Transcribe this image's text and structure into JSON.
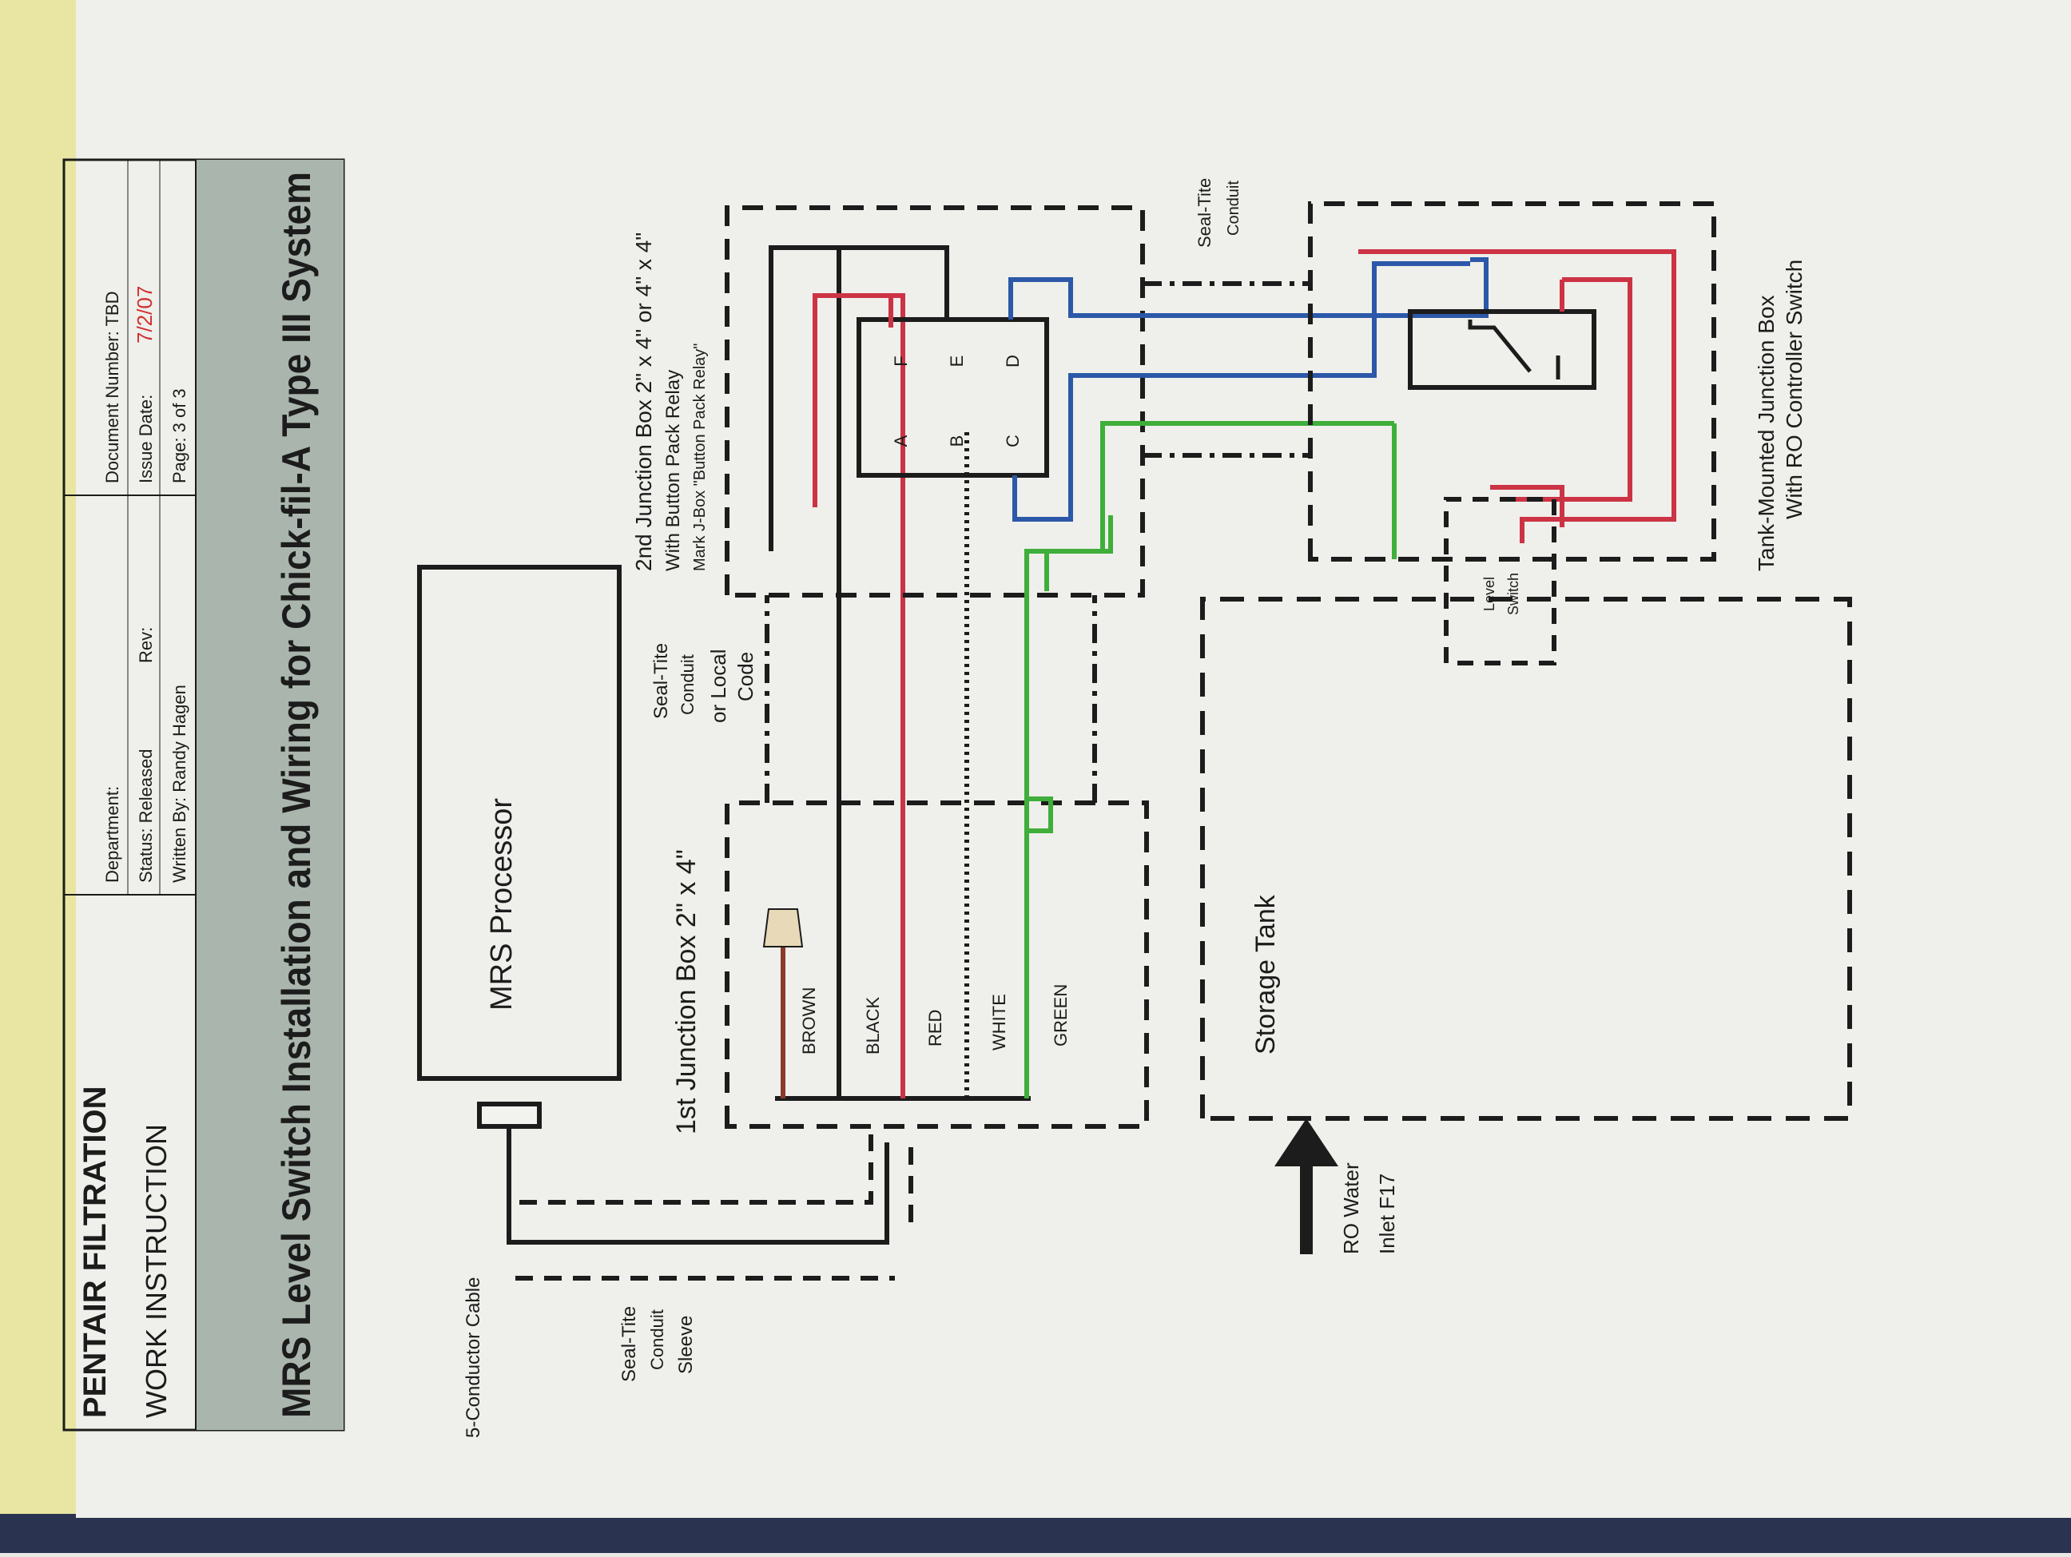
{
  "header": {
    "company": "PENTAIR FILTRATION",
    "doc_type": "WORK INSTRUCTION",
    "department_label": "Department:",
    "status": "Status: Released",
    "rev_label": "Rev:",
    "written_by": "Written By: Randy Hagen",
    "document_number": "Document Number: TBD",
    "issue_date_label": "Issue Date:",
    "issue_date_value": "7/2/07",
    "page": "Page: 3 of 3",
    "title": "MRS Level Switch Installation and Wiring for Chick-fil-A Type III System"
  },
  "diagram": {
    "mrs_processor": "MRS Processor",
    "cable": "5-Conductor Cable",
    "sleeve": [
      "Seal-Tite",
      "Conduit",
      "Sleeve"
    ],
    "jbox1": "1st Junction Box 2\" x 4\"",
    "wires": [
      "BROWN",
      "BLACK",
      "RED",
      "WHITE",
      "GREEN"
    ],
    "conduit_mid": [
      "Seal-Tite",
      "Conduit",
      "or Local",
      "Code"
    ],
    "jbox2": [
      "2nd Junction Box 2\" x 4\" or 4\" x 4\"",
      "With Button Pack Relay",
      "Mark J-Box \"Button Pack Relay\""
    ],
    "relay_terminals": [
      "A",
      "B",
      "C",
      "F",
      "E",
      "D"
    ],
    "conduit_top": [
      "Seal-Tite",
      "Conduit"
    ],
    "tank_jbox": [
      "Tank-Mounted Junction Box",
      "With RO Controller Switch"
    ],
    "level_switch": [
      "Level",
      "Switch"
    ],
    "storage_tank": "Storage Tank",
    "inlet": [
      "RO Water",
      "Inlet F17"
    ]
  },
  "colors": {
    "paper": "#f2f2ee",
    "ink": "#1c1c1c",
    "wire_red": "#cc3344",
    "wire_blue": "#2b58a8",
    "wire_green": "#3fae3a",
    "wire_brown": "#8a3a2a",
    "date_red": "#d13030",
    "title_band": "#a9b5ad",
    "folder_yellow": "#e9e6a3"
  }
}
